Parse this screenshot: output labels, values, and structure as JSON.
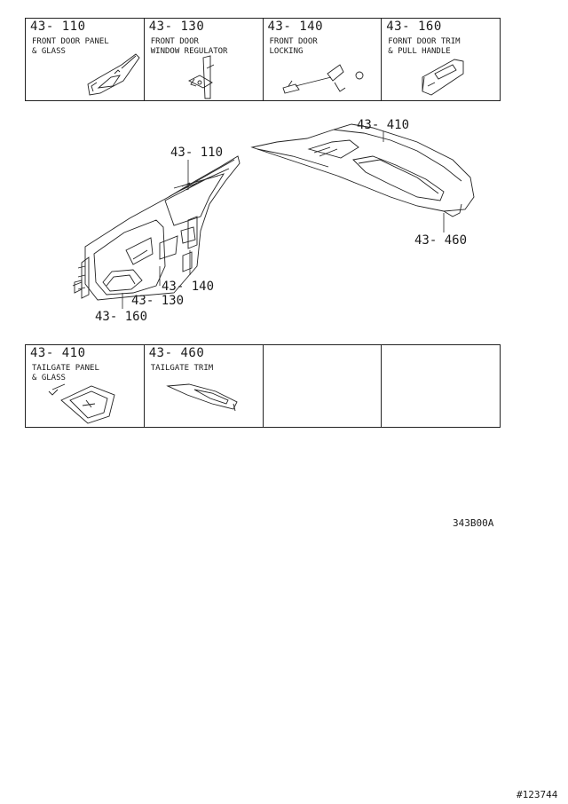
{
  "top_row": [
    {
      "code": "43- 110",
      "title": "FRONT DOOR PANEL\n& GLASS"
    },
    {
      "code": "43- 130",
      "title": "FRONT DOOR\nWINDOW REGULATOR"
    },
    {
      "code": "43- 140",
      "title": "FRONT DOOR\nLOCKING"
    },
    {
      "code": "43- 160",
      "title": "FORNT DOOR TRIM\n& PULL HANDLE"
    }
  ],
  "bottom_row": [
    {
      "code": "43- 410",
      "title": "TAILGATE PANEL\n& GLASS"
    },
    {
      "code": "43- 460",
      "title": "TAILGATE TRIM"
    },
    {
      "code": "",
      "title": ""
    },
    {
      "code": "",
      "title": ""
    }
  ],
  "callouts": {
    "c110": "43- 110",
    "c140": "43- 140",
    "c130": "43- 130",
    "c160": "43- 160",
    "c410": "43- 410",
    "c460": "43- 460"
  },
  "diagram_code": "343B00A",
  "image_id": "#123744"
}
